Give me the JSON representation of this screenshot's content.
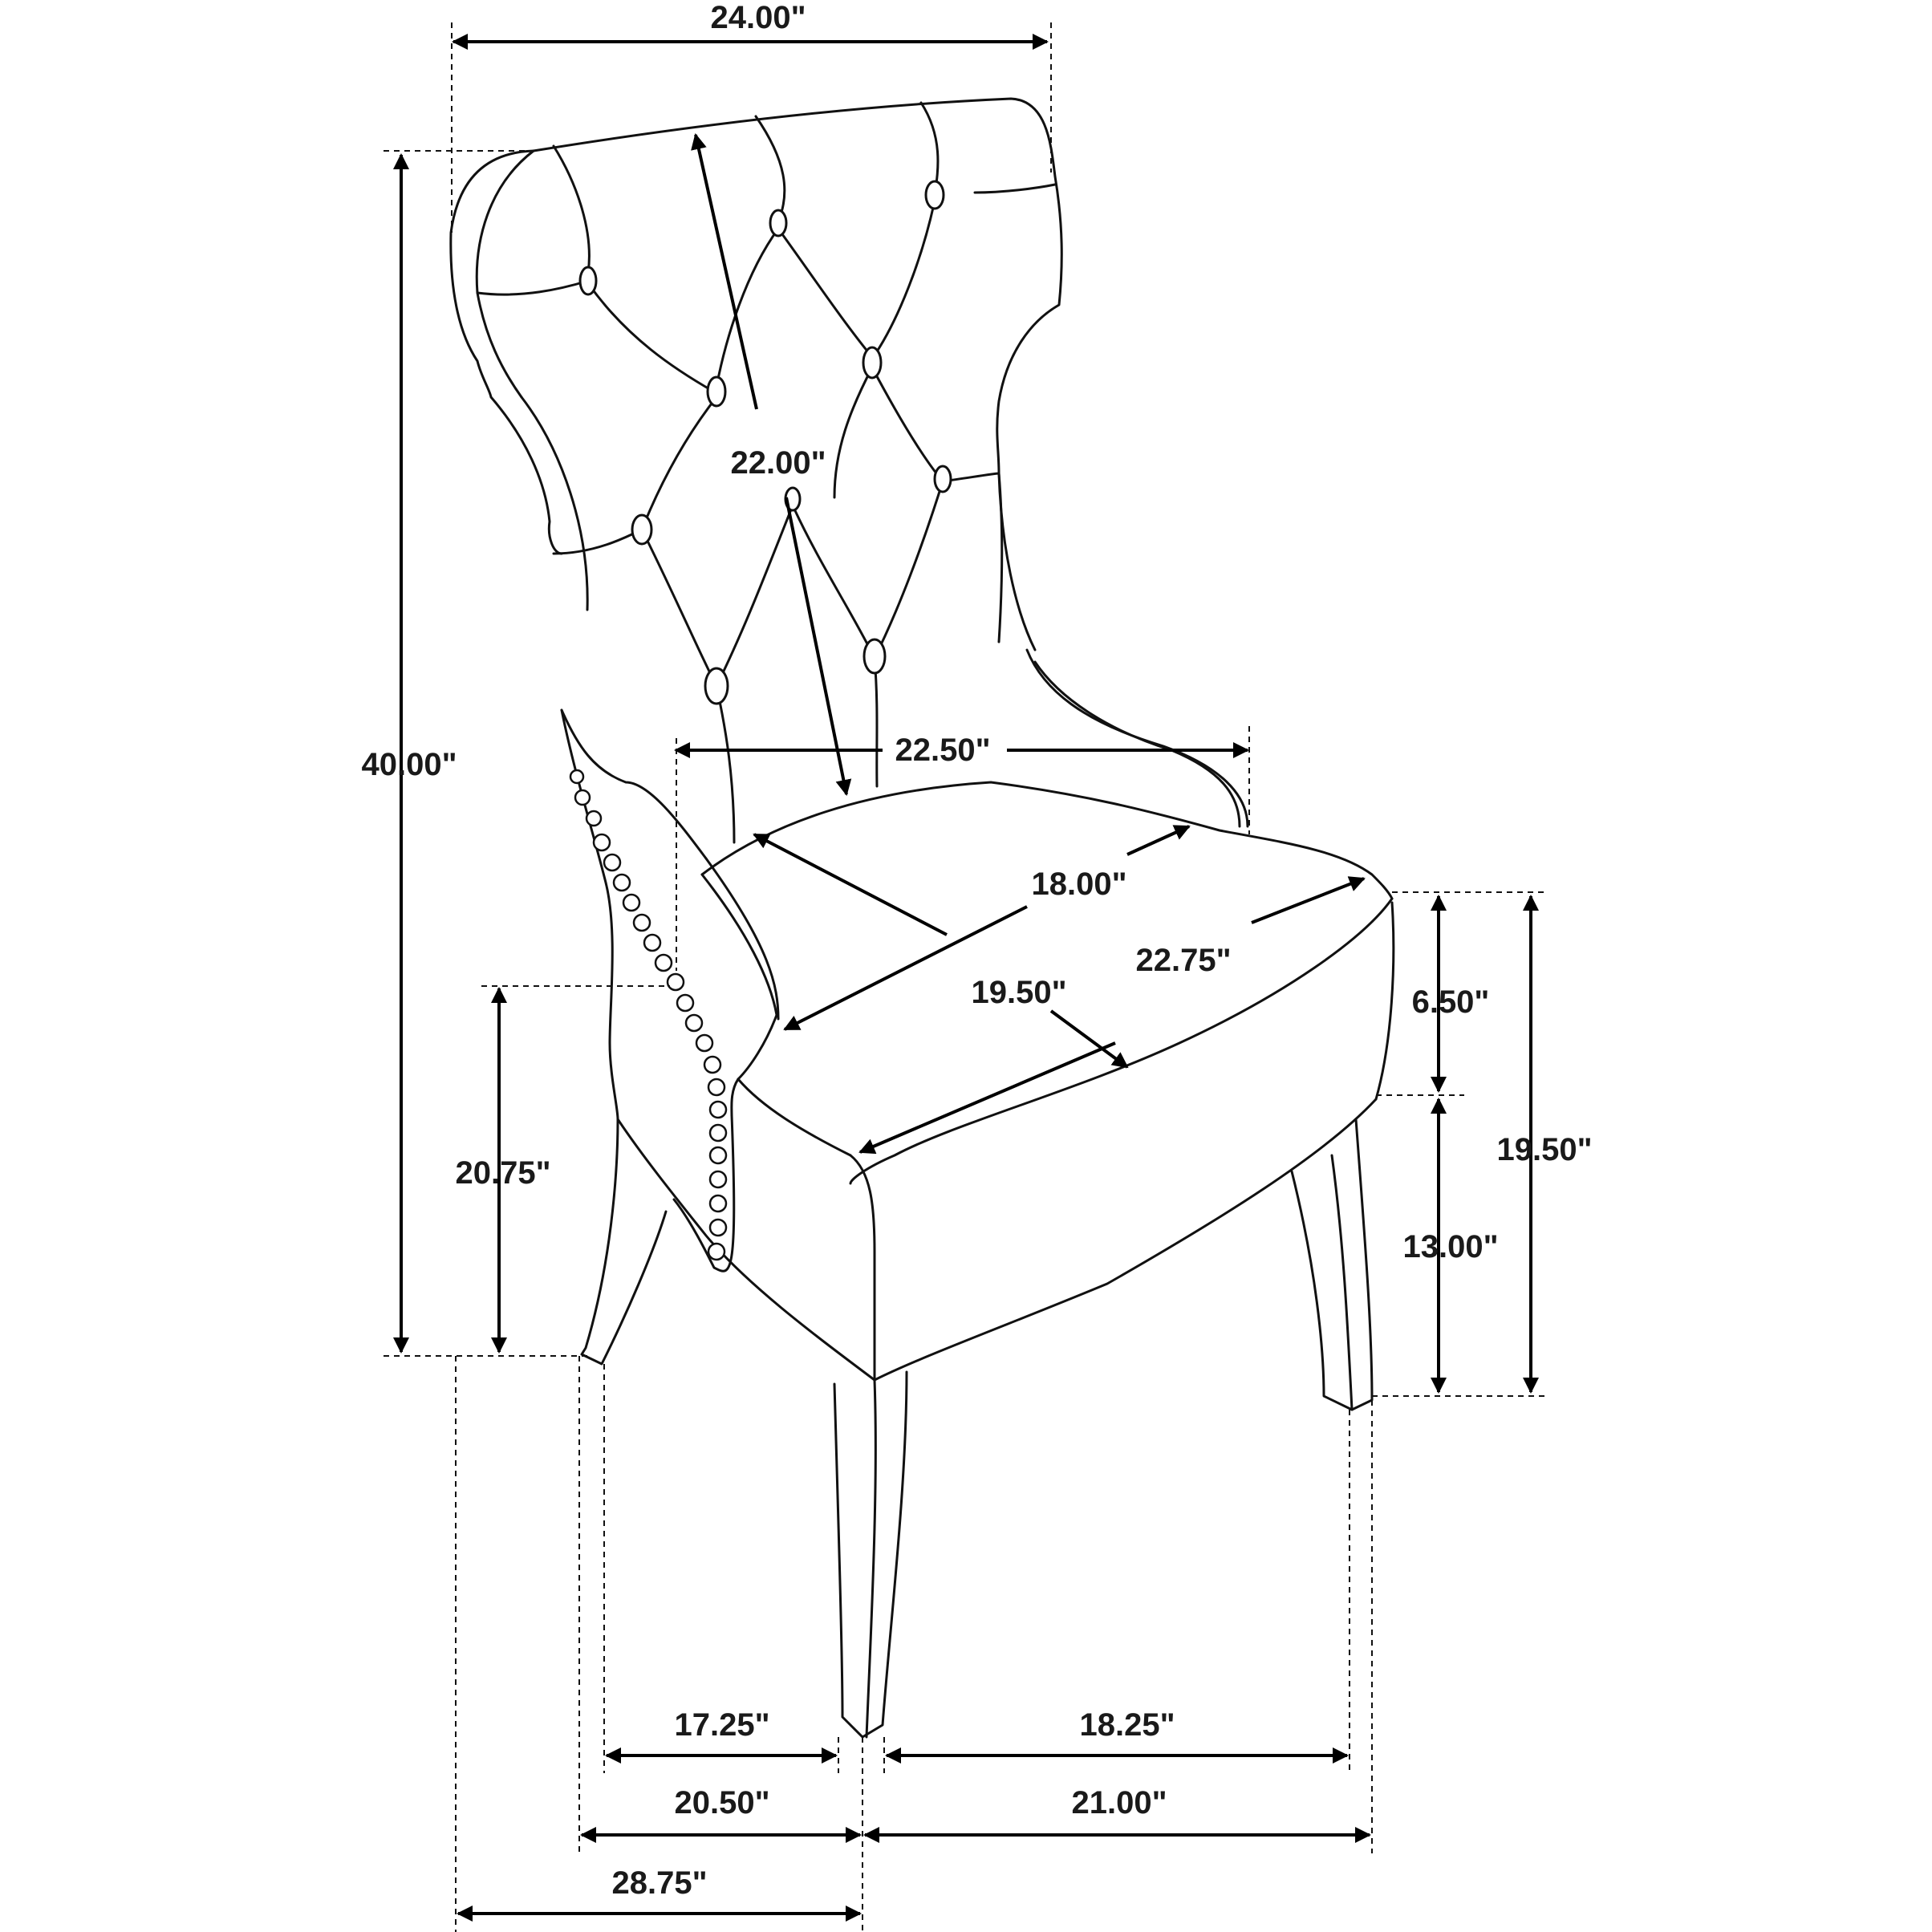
{
  "dimensions": {
    "overall_width": "24.00\"",
    "overall_height": "40.00\"",
    "back_height": "22.00\"",
    "seat_width": "22.50\"",
    "seat_depth_front": "18.00\"",
    "seat_diagonal": "19.50\"",
    "seat_front_width": "22.75\"",
    "arm_height": "20.75\"",
    "seat_cushion": "6.50\"",
    "seat_height": "19.50\"",
    "leg_height": "13.00\"",
    "base_left_inner": "17.25\"",
    "base_right_inner": "18.25\"",
    "base_left_outer": "20.50\"",
    "base_right_outer": "21.00\"",
    "overall_depth": "28.75\""
  },
  "colors": {
    "line": "#111111",
    "background": "#ffffff"
  }
}
